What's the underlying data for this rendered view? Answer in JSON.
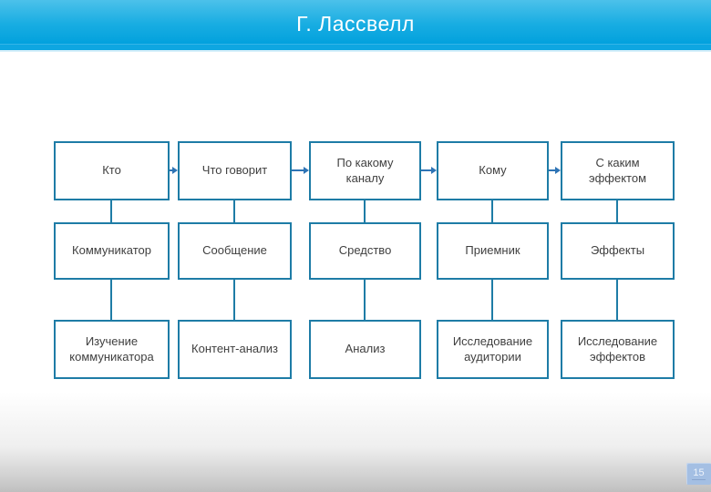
{
  "slide": {
    "title": "Г. Лассвелл",
    "page_number": "15"
  },
  "diagram": {
    "description": "Lasswell communication model flowchart: 5 columns, 3 rows; top row linked left-to-right by arrows; each column linked top-to-bottom by lines",
    "columns": [
      {
        "top": "Кто",
        "middle": "Коммуникатор",
        "bottom": "Изучение коммуникатора"
      },
      {
        "top": "Что говорит",
        "middle": "Сообщение",
        "bottom": "Контент-анализ"
      },
      {
        "top": "По какому каналу",
        "middle": "Средство",
        "bottom": "Анализ"
      },
      {
        "top": "Кому",
        "middle": "Приемник",
        "bottom": "Исследование аудитории"
      },
      {
        "top": "С каким эффектом",
        "middle": "Эффекты",
        "bottom": "Исследование эффектов"
      }
    ]
  },
  "colors": {
    "header_gradient_top": "#4cc1ea",
    "header_gradient_bottom": "#02a1dd",
    "header_band": "#0ea6e1",
    "box_border": "#1e7ca6",
    "arrow": "#2e74b5",
    "box_text": "#404040",
    "title_text": "#ffffff",
    "page_badge_bg": "#a4bfe3",
    "footer_gray": "#bfbfbf"
  }
}
